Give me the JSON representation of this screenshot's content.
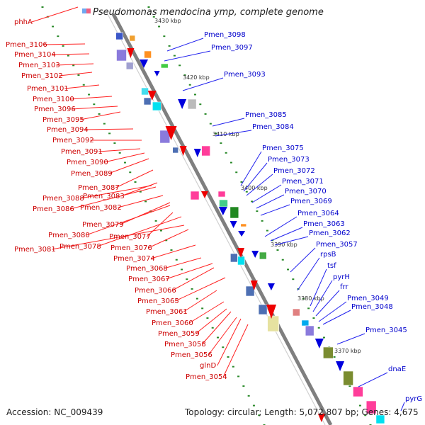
{
  "title": "Pseudomonas mendocina ymp, complete genome",
  "legend_colors": [
    "#6fa8f0",
    "#f06080"
  ],
  "footer": {
    "accession": "Accession: NC_009439",
    "topology": "Topology: circular; Length: 5,072,807 bp; Genes: 4,675"
  },
  "colors": {
    "backbone": "#7f7f7f",
    "red_strand": "#ee0000",
    "blue_strand": "#0000dd",
    "left_labels": "#cc0000",
    "right_labels": "#0000cc",
    "ticks": "#2a8a2a"
  },
  "ticks": [
    "3430 kbp",
    "3420 kbp",
    "3410 kbp",
    "3400 kbp",
    "3390 kbp",
    "3380 kbp",
    "3370 kbp"
  ],
  "left_labels": [
    "phhA",
    "Pmen_3106",
    "Pmen_3104",
    "Pmen_3103",
    "Pmen_3102",
    "Pmen_3101",
    "Pmen_3100",
    "Pmen_3096",
    "Pmen_3095",
    "Pmen_3094",
    "Pmen_3092",
    "Pmen_3091",
    "Pmen_3090",
    "Pmen_3089",
    "Pmen_3087",
    "Pmen_3083",
    "Pmen_3088",
    "Pmen_3086",
    "Pmen_3082",
    "Pmen_3079",
    "Pmen_3080",
    "Pmen_3077",
    "Pmen_3078",
    "Pmen_3081",
    "Pmen_3076",
    "Pmen_3074",
    "Pmen_3068",
    "Pmen_3067",
    "Pmen_3066",
    "Pmen_3065",
    "Pmen_3061",
    "Pmen_3060",
    "Pmen_3059",
    "Pmen_3058",
    "Pmen_3056",
    "glnD",
    "Pmen_3054"
  ],
  "right_labels": [
    "Pmen_3098",
    "Pmen_3097",
    "Pmen_3093",
    "Pmen_3085",
    "Pmen_3084",
    "Pmen_3075",
    "Pmen_3073",
    "Pmen_3072",
    "Pmen_3071",
    "Pmen_3070",
    "Pmen_3069",
    "Pmen_3064",
    "Pmen_3063",
    "Pmen_3062",
    "Pmen_3057",
    "rpsB",
    "tsf",
    "pyrH",
    "frr",
    "Pmen_3049",
    "Pmen_3048",
    "Pmen_3045",
    "dnaE",
    "pyrG"
  ]
}
